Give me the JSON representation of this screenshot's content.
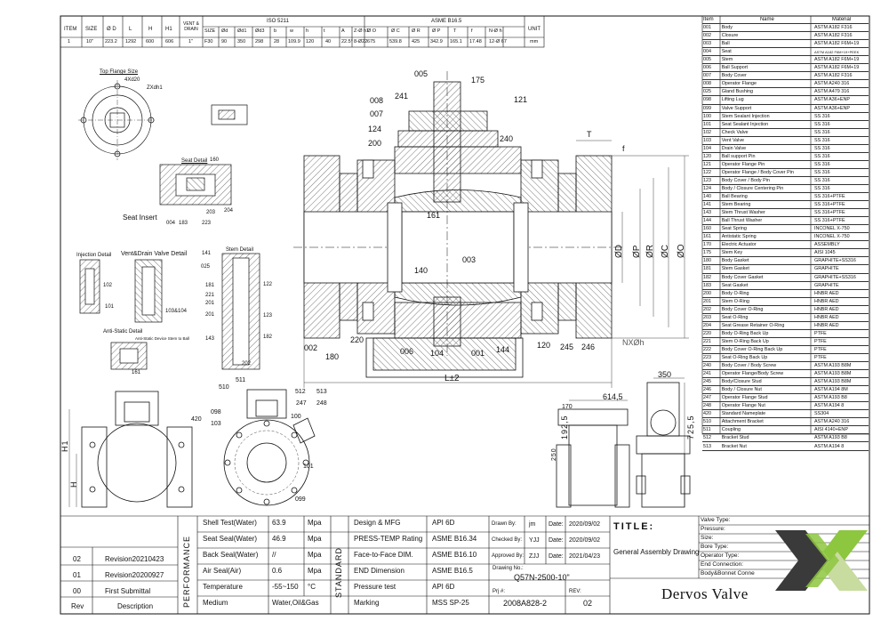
{
  "spec_table": {
    "header_labels": [
      "ITEM",
      "SIZE",
      "Ø D",
      "L",
      "H",
      "H1",
      "VENT & DRAIN",
      "ISO 5211",
      "ASME B16.5",
      "UNIT"
    ],
    "iso_cols": [
      "SIZE",
      "Ød",
      "Ød1",
      "Ød3",
      "b",
      "w",
      "h",
      "t",
      "A",
      "Z-Ø h1"
    ],
    "asme_cols": [
      "Ø O",
      "Ø C",
      "Ø R",
      "Ø P",
      "T",
      "f",
      "N-Ø h"
    ],
    "row": [
      "1",
      "10\"",
      "223.2",
      "1292",
      "600",
      "606",
      "1\"",
      "F30",
      "90",
      "350",
      "298",
      "28",
      "109.9",
      "120",
      "40",
      "22.5°",
      "8-Ø22",
      "675",
      "539.8",
      "425",
      "342.9",
      "165.1",
      "17.48",
      "12-Ø 67",
      "mm"
    ]
  },
  "bom": {
    "headers": [
      "Item",
      "Name",
      "Material"
    ],
    "rows": [
      [
        "001",
        "Body",
        "ASTM A182 F316"
      ],
      [
        "002",
        "Closure",
        "ASTM A182 F316"
      ],
      [
        "003",
        "Ball",
        "ASTM A182 F6M+19"
      ],
      [
        "004",
        "Seat",
        "ASTM A182 F6M+19+PEEK"
      ],
      [
        "005",
        "Stem",
        "ASTM A182 F6M+19"
      ],
      [
        "006",
        "Ball Support",
        "ASTM A182 F6M+19"
      ],
      [
        "007",
        "Body Cover",
        "ASTM A182 F316"
      ],
      [
        "008",
        "Operator Flange",
        "ASTM A240 316"
      ],
      [
        "025",
        "Gland Bushing",
        "ASTM A479 316"
      ],
      [
        "098",
        "Lifting Lug",
        "ASTM A36+ENP"
      ],
      [
        "099",
        "Valve Support",
        "ASTM A36+ENP"
      ],
      [
        "100",
        "Stem Sealant Injection",
        "SS 316"
      ],
      [
        "101",
        "Seat Sealant Injection",
        "SS 316"
      ],
      [
        "102",
        "Check Valve",
        "SS 316"
      ],
      [
        "103",
        "Vent Valve",
        "SS 316"
      ],
      [
        "104",
        "Drain Valve",
        "SS 316"
      ],
      [
        "120",
        "Ball support Pin",
        "SS 316"
      ],
      [
        "121",
        "Operator Flange Pin",
        "SS 316"
      ],
      [
        "122",
        "Operator Flange / Body Cover Pin",
        "SS 316"
      ],
      [
        "123",
        "Body Cover / Body Pin",
        "SS 316"
      ],
      [
        "124",
        "Body / Closure Centering Pin",
        "SS 316"
      ],
      [
        "140",
        "Ball Bearing",
        "SS 316+PTFE"
      ],
      [
        "141",
        "Stem Bearing",
        "SS 316+PTFE"
      ],
      [
        "143",
        "Stem Thrust Washer",
        "SS 316+PTFE"
      ],
      [
        "144",
        "Ball Thrust Washer",
        "SS 316+PTFE"
      ],
      [
        "160",
        "Seat Spring",
        "INCONEL X-750"
      ],
      [
        "161",
        "Antistatic Spring",
        "INCONEL X-750"
      ],
      [
        "170",
        "Electric Actuator",
        "ASSEMBLY"
      ],
      [
        "175",
        "Stem Key",
        "AISI 1045"
      ],
      [
        "180",
        "Body Gasket",
        "GRAPHITE+SS316"
      ],
      [
        "181",
        "Stem Gasket",
        "GRAPHITE"
      ],
      [
        "182",
        "Body Cover Gasket",
        "GRAPHITE+SS316"
      ],
      [
        "183",
        "Seat Gasket",
        "GRAPHITE"
      ],
      [
        "200",
        "Body O-Ring",
        "HNBR AED"
      ],
      [
        "201",
        "Stem O-Ring",
        "HNBR AED"
      ],
      [
        "202",
        "Body Cover O-Ring",
        "HNBR AED"
      ],
      [
        "203",
        "Seat O-Ring",
        "HNBR AED"
      ],
      [
        "204",
        "Seat Grease Retainer O-Ring",
        "HNBR AED"
      ],
      [
        "220",
        "Body O-Ring Back Up",
        "PTFE"
      ],
      [
        "221",
        "Stem O-Ring Back Up",
        "PTFE"
      ],
      [
        "222",
        "Body Cover O-Ring Back Up",
        "PTFE"
      ],
      [
        "223",
        "Seat O-Ring Back Up",
        "PTFE"
      ],
      [
        "240",
        "Body Cover / Body Screw",
        "ASTM A193 B8M"
      ],
      [
        "241",
        "Operator Flange/Body Screw",
        "ASTM A193 B8M"
      ],
      [
        "245",
        "Body/Closure Stud",
        "ASTM A193 B8M"
      ],
      [
        "246",
        "Body / Closure Nut",
        "ASTM A194 8M"
      ],
      [
        "247",
        "Operator Flange Stud",
        "ASTM A193 B8"
      ],
      [
        "248",
        "Operator Flange Nut",
        "ASTM A194 8"
      ],
      [
        "420",
        "Standard Nameplate",
        "SS304"
      ],
      [
        "510",
        "Attachment Bracket",
        "ASTM A240 316"
      ],
      [
        "511",
        "Coupling",
        "AISI 4140+ENP"
      ],
      [
        "512",
        "Bracket Stud",
        "ASTM A193 B8"
      ],
      [
        "513",
        "Bracket Nut",
        "ASTM A194 8"
      ]
    ]
  },
  "detail_labels": {
    "top_flange": "Top Flange Size",
    "top_flange_bolts": "4Xd20",
    "top_flange_zh": "ZXdh1",
    "seat_detail": "Seat Detail",
    "seat_insert": "Seat Insert",
    "injection": "Injection Detail",
    "vent_drain": "Vent&Drain Valve Detail",
    "stem_detail": "Stem Detail",
    "antistatic": "Anti-Static Detail",
    "antistatic_note": "Anti-Static Device Stem to Ball"
  },
  "part_callouts": {
    "main": [
      "005",
      "175",
      "008",
      "241",
      "121",
      "007",
      "124",
      "200",
      "240",
      "161",
      "003",
      "140",
      "220",
      "180",
      "006",
      "104",
      "001",
      "144",
      "120",
      "245",
      "246",
      "002"
    ],
    "seat": [
      "160",
      "004",
      "183",
      "223",
      "204",
      "203"
    ],
    "stem": [
      "141",
      "025",
      "181",
      "221",
      "201",
      "201",
      "143",
      "122",
      "123",
      "182",
      "202"
    ],
    "inject": [
      "102",
      "101",
      "103&104"
    ],
    "antistatic": [
      "161"
    ],
    "side": [
      "510",
      "511",
      "512",
      "513",
      "247",
      "248",
      "100",
      "098",
      "103",
      "420",
      "101",
      "099"
    ]
  },
  "dimensions": {
    "L": "L±2",
    "T": "T",
    "f": "f",
    "diameters": [
      "ØD",
      "ØP",
      "ØR",
      "ØC",
      "ØO"
    ],
    "bolt": "NXØh",
    "H1": "H1",
    "H": "H",
    "w614": "614,5",
    "d350": "350",
    "d725": "725,5",
    "d192": "192,5",
    "d170": "170",
    "d250": "250"
  },
  "revisions": [
    {
      "rev": "02",
      "desc": "Revision20210423"
    },
    {
      "rev": "01",
      "desc": "Revision20200927"
    },
    {
      "rev": "00",
      "desc": "First Submittal"
    }
  ],
  "rev_headers": {
    "rev": "Rev",
    "desc": "Description"
  },
  "performance": {
    "label": "PERFORMANCE",
    "rows": [
      {
        "name": "Shell Test(Water)",
        "value": "63.9",
        "unit": "Mpa"
      },
      {
        "name": "Seat Seal(Water)",
        "value": "46.9",
        "unit": "Mpa"
      },
      {
        "name": "Back Seal(Water)",
        "value": "//",
        "unit": "Mpa"
      },
      {
        "name": "Air Seal(Air)",
        "value": "0.6",
        "unit": "Mpa"
      },
      {
        "name": "Temperature",
        "value": "-55~150",
        "unit": "°C"
      },
      {
        "name": "Medium",
        "value": "Water,Oil&Gas",
        "unit": ""
      }
    ]
  },
  "standard": {
    "label": "STANDARD",
    "rows": [
      {
        "name": "Design & MFG",
        "value": "API 6D"
      },
      {
        "name": "PRESS-TEMP Rating",
        "value": "ASME B16.34"
      },
      {
        "name": "Face-to-Face DIM.",
        "value": "ASME B16.10"
      },
      {
        "name": "END Dimension",
        "value": "ASME B16.5"
      },
      {
        "name": "Pressure test",
        "value": "API 6D"
      },
      {
        "name": "Marking",
        "value": "MSS SP-25"
      }
    ]
  },
  "approvals": [
    {
      "role": "Drawn By:",
      "who": "jm",
      "date_label": "Date:",
      "date": "2020/09/02"
    },
    {
      "role": "Checked By:",
      "who": "YJJ",
      "date_label": "Date:",
      "date": "2020/09/02"
    },
    {
      "role": "Approved By:",
      "who": "ZJJ",
      "date_label": "Date:",
      "date": "2021/04/23"
    }
  ],
  "drawing": {
    "no_label": "Drawing No.:",
    "no": "Q57N-2500-10\"",
    "prj_label": "Prj #:",
    "prj": "2008A828-2",
    "rev_label": "REV:",
    "rev": "02",
    "title_label": "TITLE:",
    "title": "General Assembly Drawing"
  },
  "valve_info": [
    "Valve Type:",
    "Pressure:",
    "Size:",
    "Bore Type:",
    "Operator Type:",
    "End Connection:",
    "Body&Bonnet Conne"
  ],
  "company": "Dervos Valve",
  "colors": {
    "line": "#111111",
    "hatch": "#555555",
    "logo_dark": "#3a3a3a",
    "logo_green": "#8dc63f",
    "logo_light": "#c8dca0"
  }
}
